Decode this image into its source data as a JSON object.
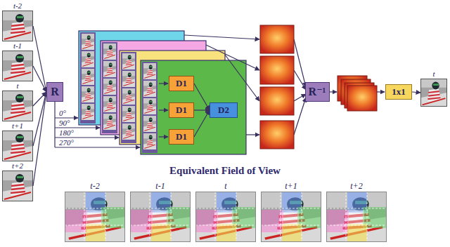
{
  "diagram": {
    "nodes": [
      {
        "text": [
          "t-2"
        ]
      },
      {
        "text": [
          "t-1"
        ]
      },
      {
        "text": [
          "t"
        ]
      },
      {
        "text": [
          "t+1"
        ]
      },
      {
        "text": [
          "t+2"
        ]
      },
      {
        "text": [
          "R"
        ]
      },
      {
        "text": [
          "D1"
        ]
      },
      {
        "text": [
          "D1"
        ]
      },
      {
        "text": [
          "D1"
        ]
      },
      {
        "text": [
          "D2"
        ]
      },
      {
        "text": [
          "R⁻¹"
        ]
      },
      {
        "text": [
          "1x1"
        ]
      },
      {
        "text": [
          "t"
        ]
      }
    ],
    "edges": [
      {
        "from": 0,
        "to": 5,
        "arrow": "to"
      },
      {
        "from": 1,
        "to": 5,
        "arrow": "to"
      },
      {
        "from": 2,
        "to": 5,
        "arrow": "to"
      },
      {
        "from": 3,
        "to": 5,
        "arrow": "to"
      },
      {
        "from": 4,
        "to": 5,
        "arrow": "to"
      },
      {
        "from": 6,
        "to": 9,
        "arrow": "to"
      },
      {
        "from": 7,
        "to": 9,
        "arrow": "to"
      },
      {
        "from": 8,
        "to": 9,
        "arrow": "to"
      },
      {
        "from": 11,
        "to": 12,
        "arrow": "to"
      }
    ],
    "labels": [
      "0°",
      "90°",
      "180°",
      "270°",
      "Equivalent Field of View",
      "t-2",
      "t-1",
      "t",
      "t+1",
      "t+2"
    ]
  }
}
